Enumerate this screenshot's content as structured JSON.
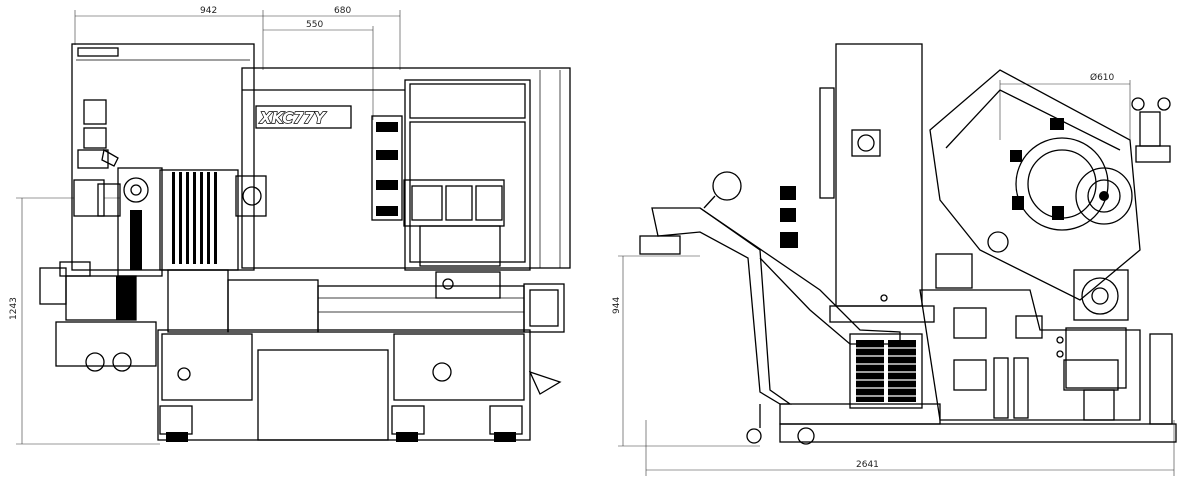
{
  "drawing": {
    "logo_text": "XKC77Y",
    "front_view": {
      "dim_width_overall": "942",
      "dim_width_upper": "680",
      "dim_width_inner": "550",
      "dim_height": "1243"
    },
    "side_view": {
      "dim_turret_diameter": "Ø610",
      "dim_height": "944",
      "dim_length": "2641"
    }
  }
}
